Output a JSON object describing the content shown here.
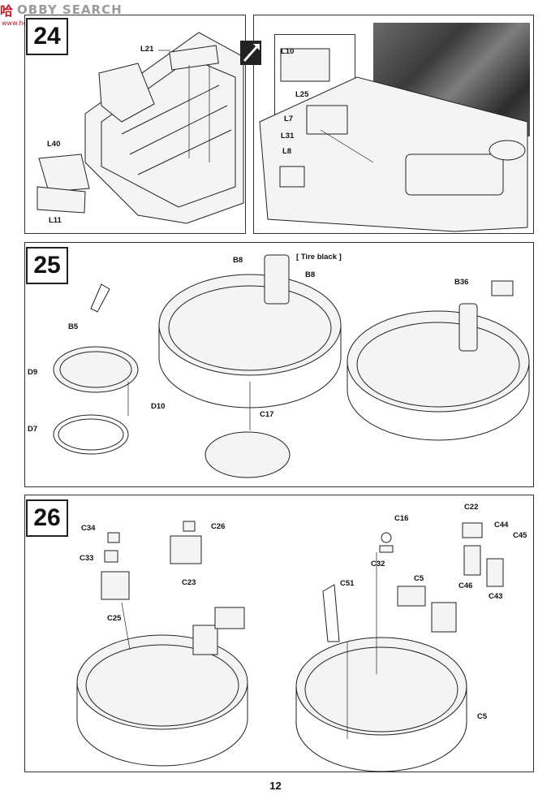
{
  "watermark": {
    "logo": "哈",
    "text": "OBBY SEARCH",
    "url": "www.hobbysearch"
  },
  "page_number": "12",
  "steps": [
    {
      "number": "24",
      "labels": [
        "L21",
        "L40",
        "L11",
        "L10",
        "L25",
        "L7",
        "L31",
        "L8"
      ]
    },
    {
      "number": "25",
      "labels": [
        "B8",
        "B8",
        "B5",
        "D9",
        "D7",
        "D10",
        "C17",
        "B36"
      ],
      "note": "[ Tire black ]"
    },
    {
      "number": "26",
      "labels": [
        "C34",
        "C33",
        "C25",
        "C26",
        "C23",
        "C16",
        "C32",
        "C51",
        "C5",
        "C22",
        "C44",
        "C45",
        "C46",
        "C43",
        "C5"
      ]
    }
  ]
}
